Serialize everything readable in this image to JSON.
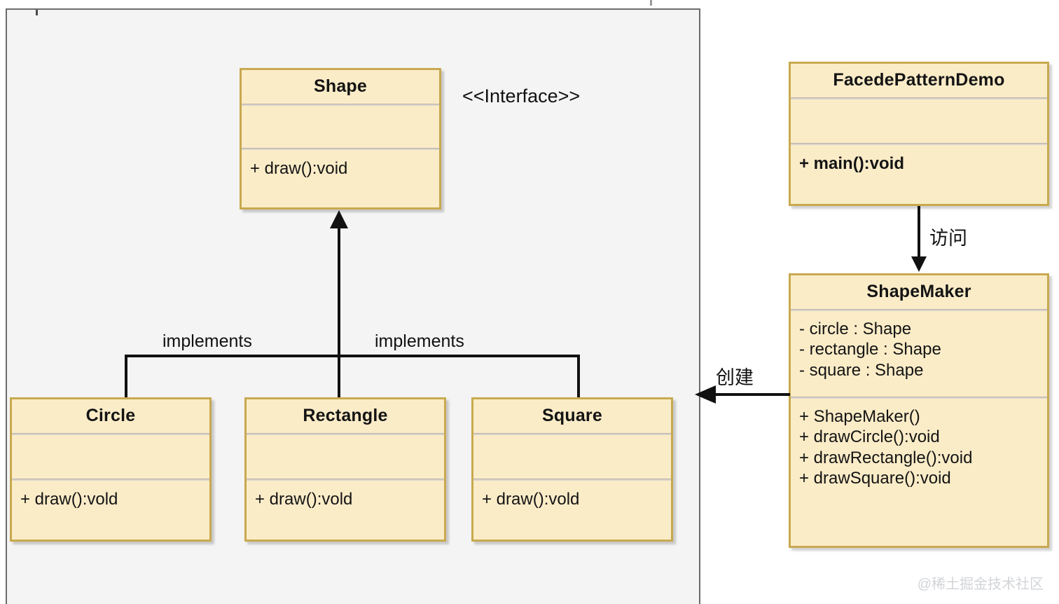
{
  "diagram": {
    "type": "uml-class-diagram",
    "stereotype_label": "<<Interface>>",
    "watermark": "@稀土掘金技术社区",
    "colors": {
      "class_fill": "#fbecc8",
      "class_border": "#c8a94f",
      "panel_background": "#f4f4f4",
      "panel_border": "#6b6b6b",
      "line": "#111111",
      "separator": "#d9d4cc",
      "watermark_text": "#d2d4d8"
    },
    "classes": {
      "shape": {
        "name": "Shape",
        "attributes": [],
        "methods": [
          "+ draw():void"
        ]
      },
      "circle": {
        "name": "Circle",
        "attributes": [],
        "methods": [
          "+ draw():vold"
        ]
      },
      "rectangle": {
        "name": "Rectangle",
        "attributes": [],
        "methods": [
          "+ draw():vold"
        ]
      },
      "square": {
        "name": "Square",
        "attributes": [],
        "methods": [
          "+ draw():vold"
        ]
      },
      "facade_demo": {
        "name": "FacedePatternDemo",
        "attributes": [],
        "methods": [
          "+ main():void"
        ]
      },
      "shape_maker": {
        "name": "ShapeMaker",
        "attributes": [
          "- circle : Shape",
          "- rectangle : Shape",
          "- square : Shape"
        ],
        "methods": [
          "+ ShapeMaker()",
          "+ drawCircle():void",
          "+ drawRectangle():void",
          "+ drawSquare():void"
        ]
      }
    },
    "relationships": {
      "circle_implements": "implements",
      "square_implements": "implements",
      "demo_uses_maker": "访问",
      "maker_creates_shape": "创建"
    }
  }
}
